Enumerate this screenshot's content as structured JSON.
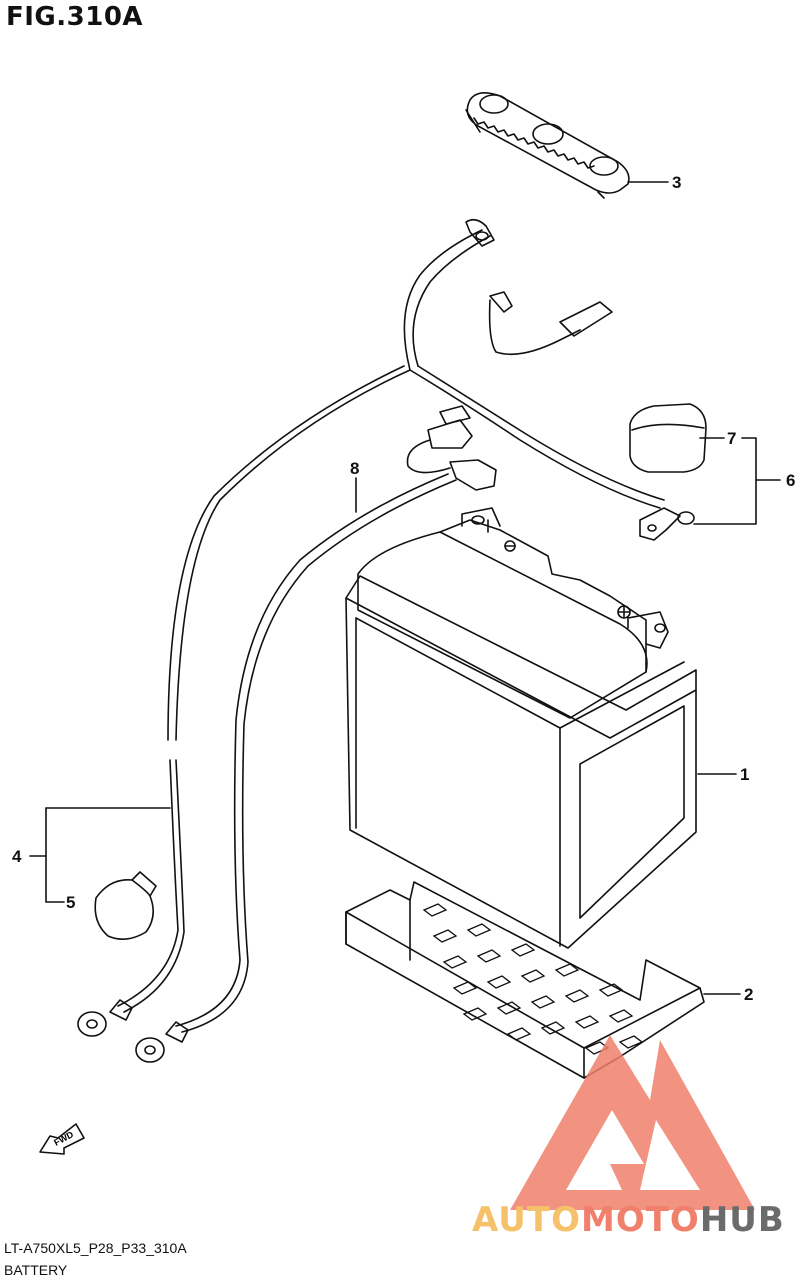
{
  "figure": {
    "title": "FIG.310A"
  },
  "callouts": [
    "1",
    "2",
    "3",
    "4",
    "5",
    "6",
    "7",
    "8"
  ],
  "footer": {
    "code": "LT-A750XL5_P28_P33_310A",
    "name": "BATTERY"
  },
  "fwd_label": "FWD",
  "watermark": {
    "part1": "AUTO",
    "part2": "MOTO",
    "part3": "HUB",
    "colors": {
      "auto": "#f5c26b",
      "moto": "#f07f6c",
      "hub": "#6b6b6b",
      "logo": "#f07f6c"
    }
  }
}
